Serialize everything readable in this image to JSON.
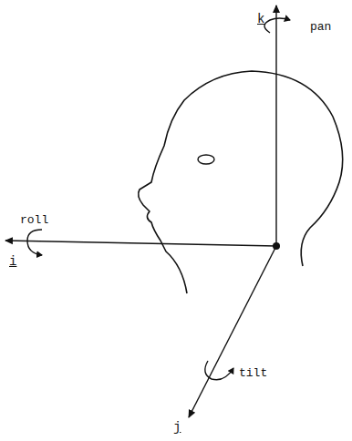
{
  "diagram": {
    "labels": [
      "k",
      "pan",
      "roll",
      "i",
      "tilt",
      "j"
    ]
  }
}
